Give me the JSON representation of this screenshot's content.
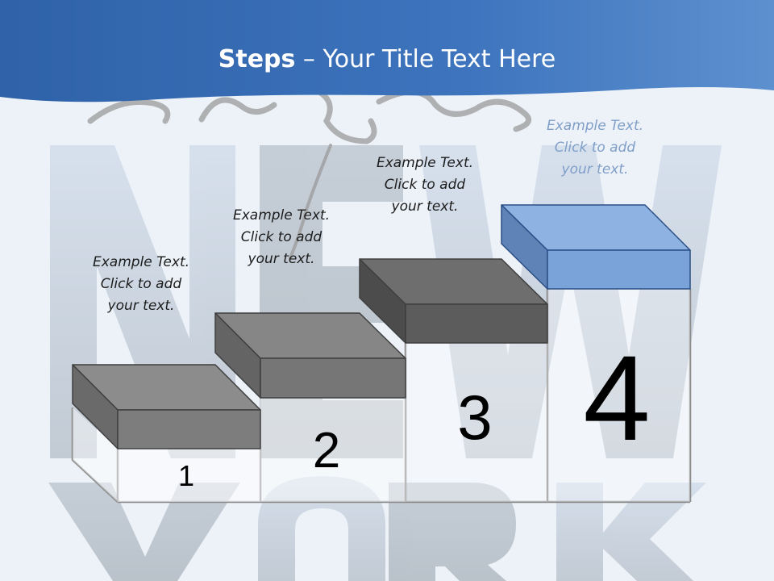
{
  "slide": {
    "title_bold": "Steps",
    "title_rest": " – Your Title Text Here",
    "background_letters": "NEW YORK",
    "background_script": "New York"
  },
  "steps": [
    {
      "number": "1",
      "caption": [
        "Example Text.",
        "Click  to add",
        "your text."
      ],
      "top_color": "#8c8c8c",
      "front_color": "#7d7d7d",
      "side_color": "#6a6a6a"
    },
    {
      "number": "2",
      "caption": [
        "Example Text.",
        "Click  to add",
        "your text."
      ],
      "top_color": "#868686",
      "front_color": "#767676",
      "side_color": "#646464"
    },
    {
      "number": "3",
      "caption": [
        "Example Text.",
        "Click  to add",
        "your text."
      ],
      "top_color": "#6e6e6e",
      "front_color": "#5c5c5c",
      "side_color": "#4c4c4c"
    },
    {
      "number": "4",
      "caption": [
        "Example Text.",
        "Click  to add",
        "your text."
      ],
      "top_color": "#8eb2e2",
      "front_color": "#7aa3d9",
      "side_color": "#5f83b6"
    }
  ],
  "colors": {
    "header_blue": "#3a6fb5",
    "header_blue_light": "#6a9ad4",
    "frame_gray": "#8a8a8a",
    "highlight_blue": "#7aa3d9"
  }
}
